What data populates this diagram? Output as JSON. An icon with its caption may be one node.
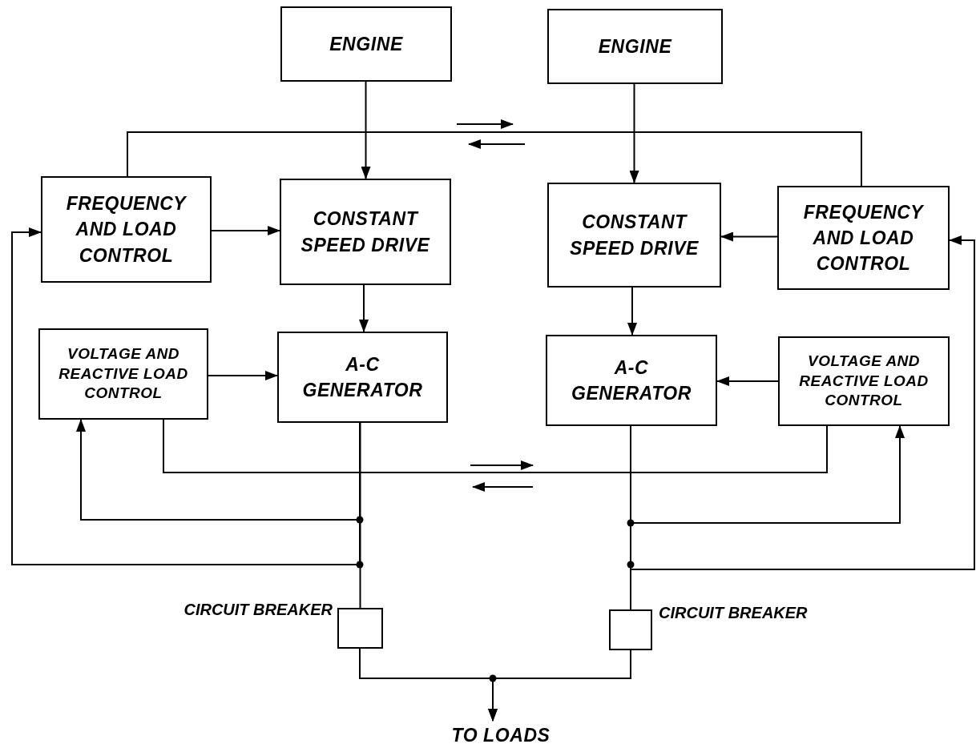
{
  "diagram": {
    "nodes": [
      {
        "text": [
          "ENGINE"
        ]
      },
      {
        "text": [
          "ENGINE"
        ]
      },
      {
        "text": [
          "FREQUENCY AND LOAD CONTROL"
        ]
      },
      {
        "text": [
          "CONSTANT SPEED DRIVE"
        ]
      },
      {
        "text": [
          "CONSTANT SPEED DRIVE"
        ]
      },
      {
        "text": [
          "FREQUENCY AND LOAD CONTROL"
        ]
      },
      {
        "text": [
          "VOLTAGE AND REACTIVE LOAD CONTROL"
        ]
      },
      {
        "text": [
          "A-C GENERATOR"
        ]
      },
      {
        "text": [
          "A-C GENERATOR"
        ]
      },
      {
        "text": [
          "VOLTAGE AND REACTIVE LOAD CONTROL"
        ]
      },
      {
        "text": [],
        "shape": "box",
        "beside": [
          "CIRCUIT BREAKER"
        ]
      },
      {
        "text": [],
        "shape": "box",
        "beside": [
          "CIRCUIT BREAKER"
        ]
      },
      {
        "text": [
          "TO LOADS"
        ]
      }
    ],
    "edges": [
      {
        "from": 0,
        "to": 3,
        "arrow": "to"
      },
      {
        "from": 1,
        "to": 4,
        "arrow": "to"
      },
      {
        "from": 2,
        "to": 3,
        "arrow": "to"
      },
      {
        "from": 5,
        "to": 4,
        "arrow": "to"
      },
      {
        "from": 3,
        "to": 7,
        "arrow": "to"
      },
      {
        "from": 4,
        "to": 8,
        "arrow": "to"
      },
      {
        "from": 6,
        "to": 7,
        "arrow": "to"
      },
      {
        "from": 9,
        "to": 8,
        "arrow": "to"
      },
      {
        "from": 2,
        "to": 5,
        "arrow": "none"
      },
      {
        "from": 6,
        "to": 9,
        "arrow": "none"
      },
      {
        "from": 7,
        "to": 10,
        "arrow": "none"
      },
      {
        "from": 8,
        "to": 11,
        "arrow": "none"
      },
      {
        "from": 7,
        "to": 6,
        "arrow": "to"
      },
      {
        "from": 7,
        "to": 2,
        "arrow": "to"
      },
      {
        "from": 8,
        "to": 9,
        "arrow": "to"
      },
      {
        "from": 8,
        "to": 5,
        "arrow": "to"
      },
      {
        "from": 10,
        "to": 12,
        "arrow": "to"
      },
      {
        "from": 11,
        "to": 12,
        "arrow": "to"
      }
    ]
  }
}
